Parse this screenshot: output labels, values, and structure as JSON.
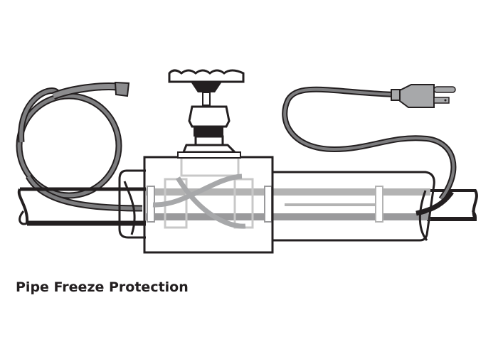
{
  "figure": {
    "caption": "Pipe Freeze Protection",
    "components": [
      "pipe",
      "gate-valve",
      "insulation-sleeve",
      "heating-cable",
      "power-plug",
      "cable-end-cap"
    ],
    "colors": {
      "outline": "#231f20",
      "cable": "#7d7d7f",
      "cable_light": "#a7a8aa",
      "ghost": "#b3b3b3",
      "background": "#ffffff"
    }
  }
}
